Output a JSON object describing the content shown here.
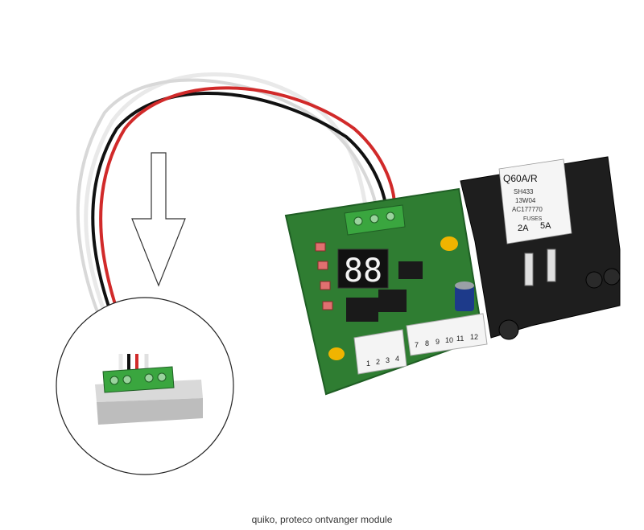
{
  "caption": "quiko, proteco ontvanger module",
  "receiver": {
    "model": "Q60A/R",
    "line2": "SH433",
    "line3": "13W04",
    "line4": "AC177770",
    "fuses_title": "FUSES",
    "fuse_left": "2A",
    "fuse_right": "5A"
  },
  "terminals": {
    "left": [
      "1",
      "2",
      "3",
      "4"
    ],
    "right": [
      "7",
      "8",
      "9",
      "10",
      "11",
      "12"
    ]
  },
  "display": "88",
  "colors": {
    "pcb": "#2f7d32",
    "pcb_dark": "#1f5e24",
    "connector": "#3aa63f",
    "case": "#1e1e1e",
    "wire_red": "#d12a2a",
    "wire_black": "#111111",
    "wire_white": "#f2f2f2"
  }
}
